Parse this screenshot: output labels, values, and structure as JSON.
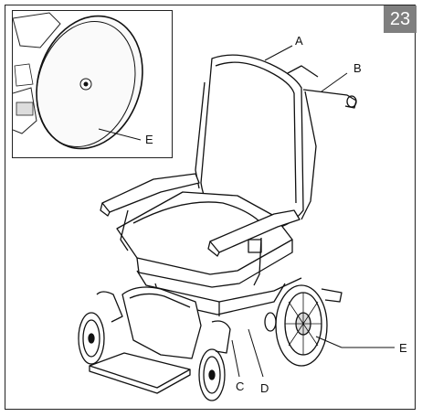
{
  "page_number": "23",
  "callouts": {
    "a": "A",
    "b": "B",
    "c": "C",
    "d": "D",
    "e_inset": "E",
    "e_main": "E"
  }
}
